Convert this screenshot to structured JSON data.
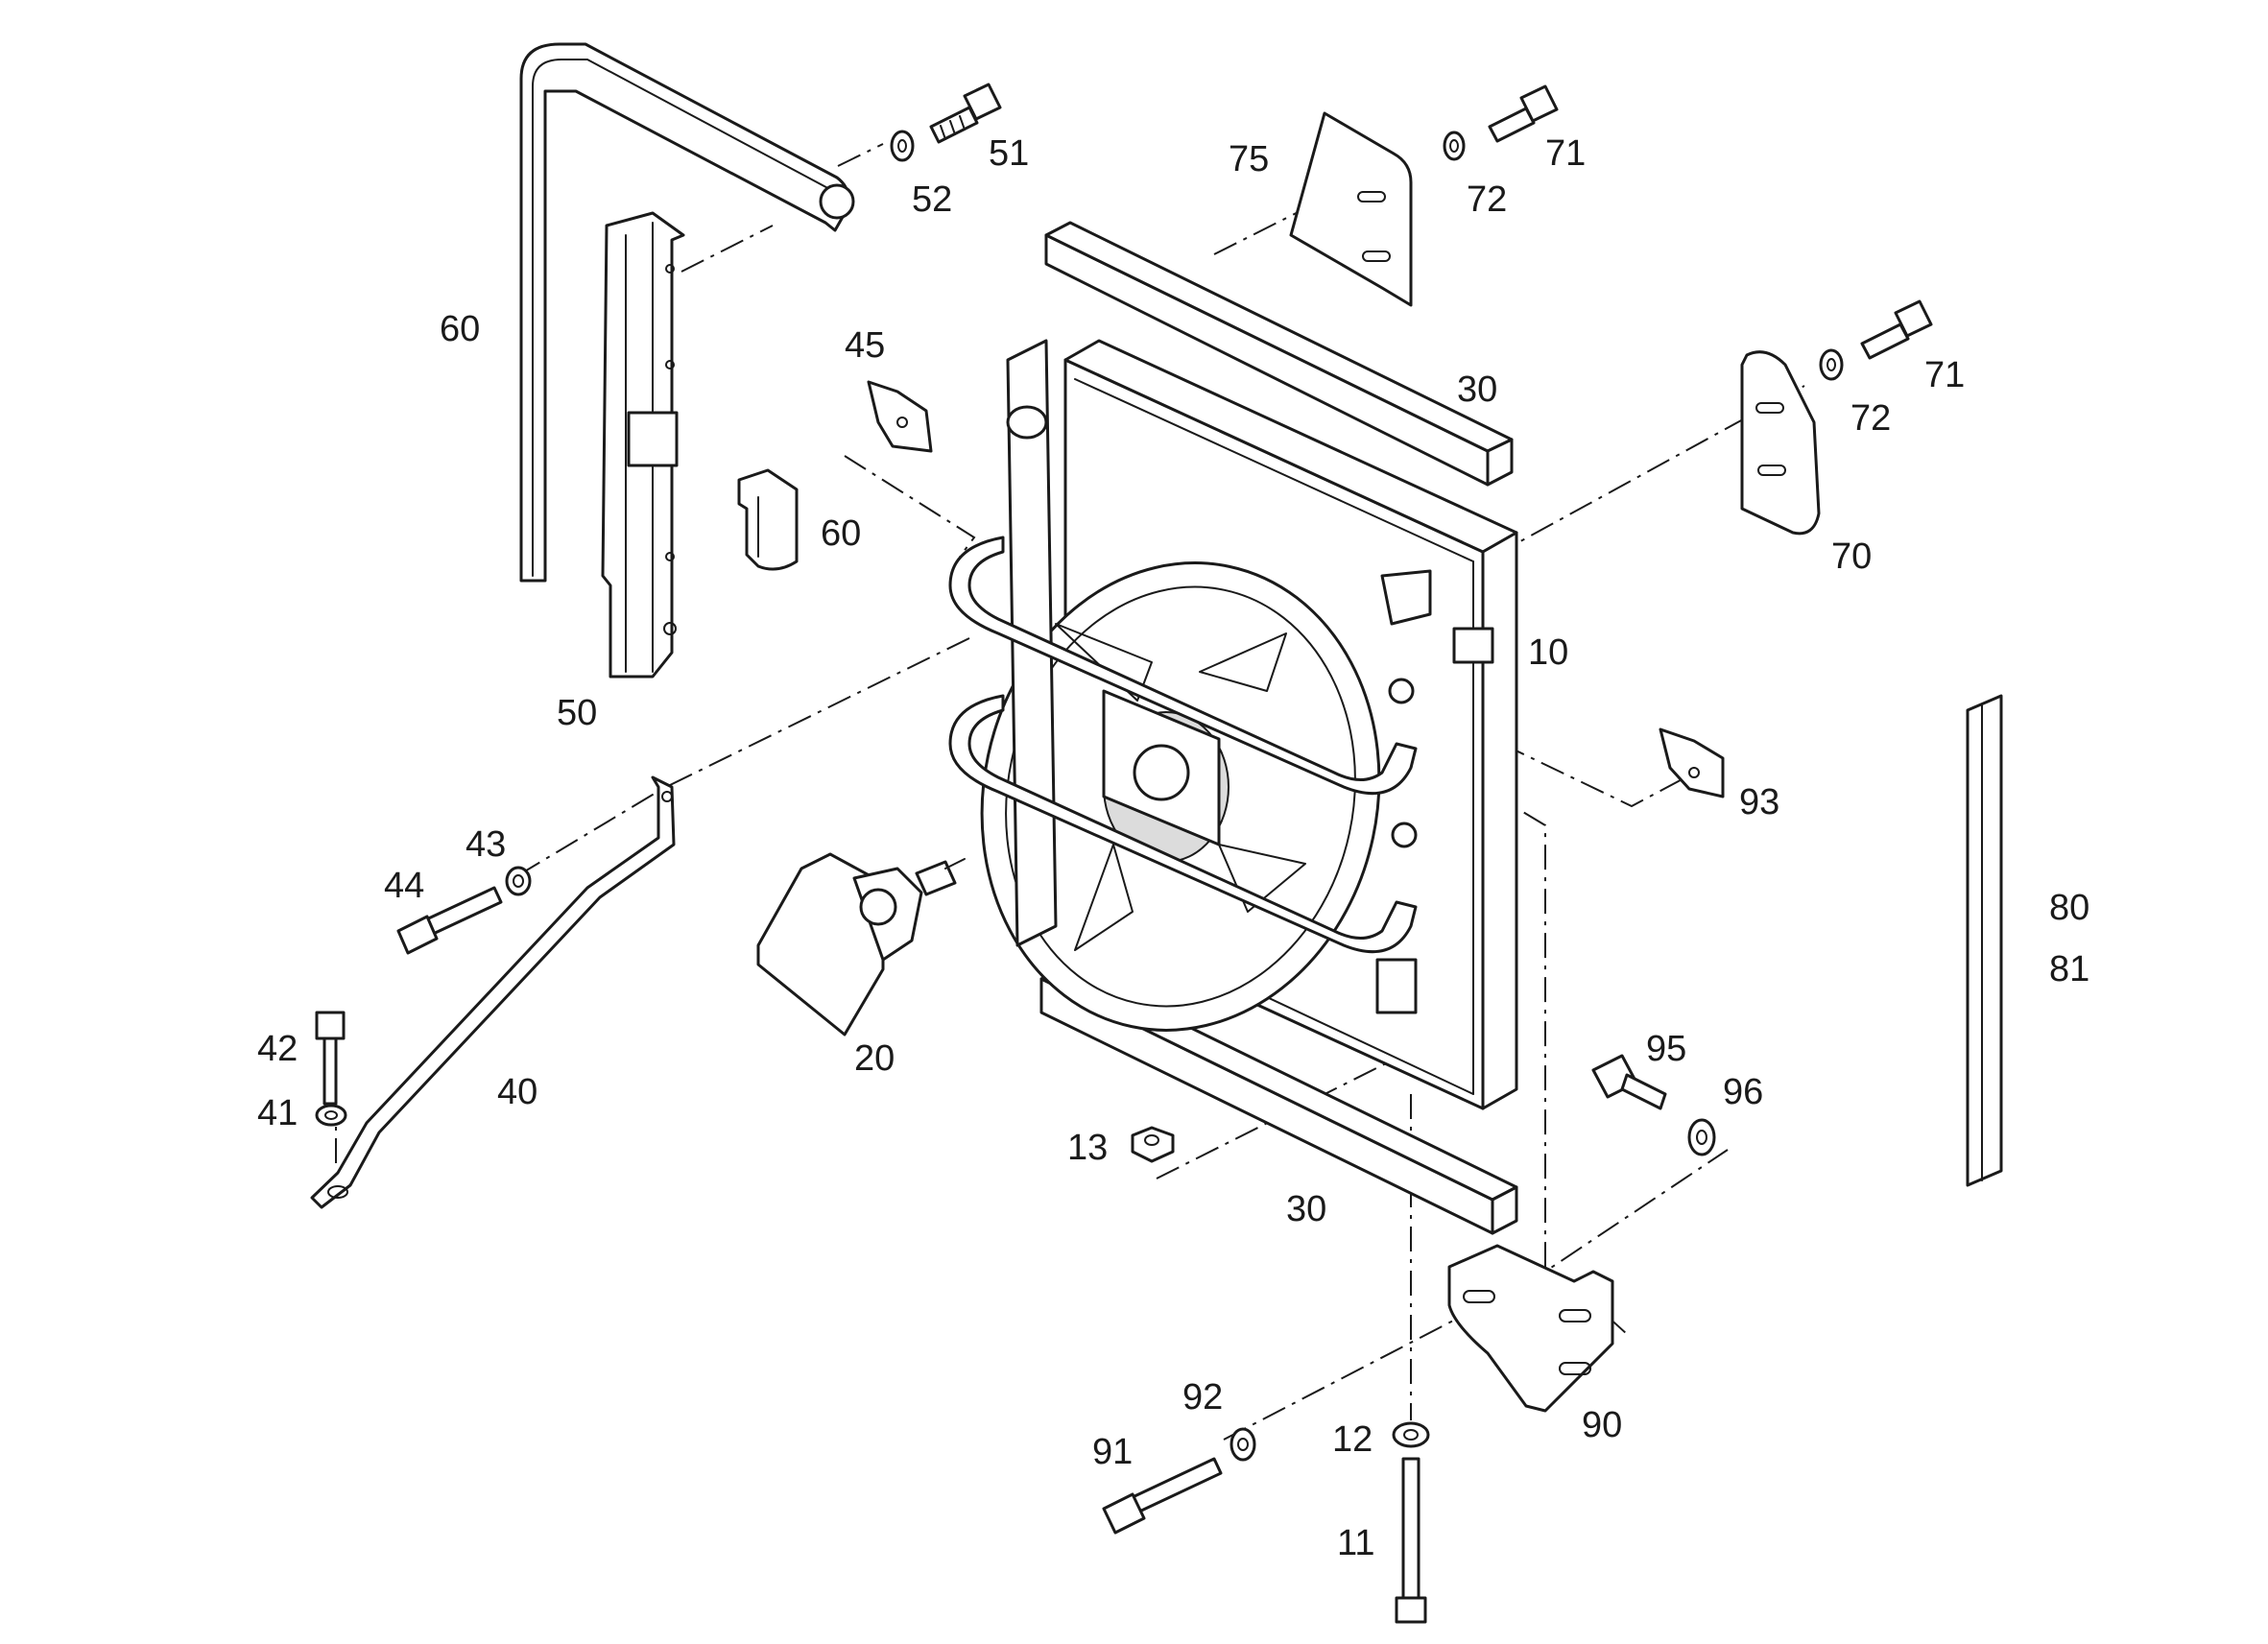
{
  "diagram": {
    "colors": {
      "line": "#1a1a1a",
      "fill": "#ffffff",
      "shade": "#dcdcdc"
    },
    "parts": {
      "p60a": "60",
      "p52": "52",
      "p51": "51",
      "p75": "75",
      "p72a": "72",
      "p71a": "71",
      "p45": "45",
      "p30a": "30",
      "p71b": "71",
      "p72b": "72",
      "p60b": "60",
      "p70": "70",
      "p50": "50",
      "p10": "10",
      "p93": "93",
      "p43": "43",
      "p44": "44",
      "p80": "80",
      "p81": "81",
      "p42": "42",
      "p20": "20",
      "p95": "95",
      "p40": "40",
      "p41": "41",
      "p96": "96",
      "p13": "13",
      "p30b": "30",
      "p92": "92",
      "p90": "90",
      "p91": "91",
      "p12": "12",
      "p11": "11"
    }
  }
}
